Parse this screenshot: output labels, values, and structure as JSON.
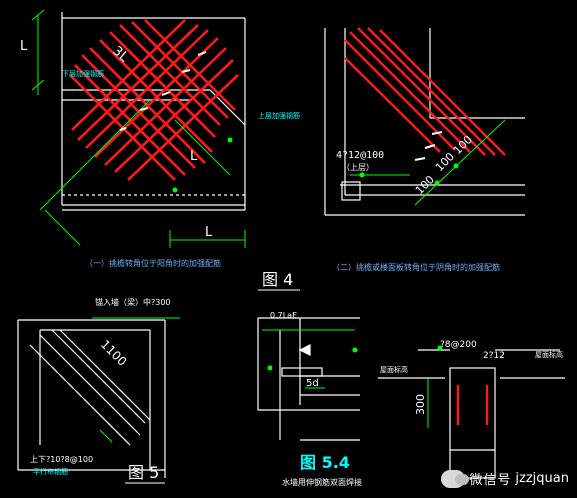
{
  "panels": {
    "p1": {
      "dim_l_top": "L",
      "dim_3l": "3L",
      "dim_l_mid": "L",
      "dim_l_bottom": "L",
      "label_lower": "下层加强钢筋",
      "label_upper": "上层加强钢筋",
      "caption": "（一）挑檐转角位于阳角时的加强配筋"
    },
    "p2": {
      "rebar_note": "4?12@100",
      "rebar_note_sub": "（上层）",
      "dim_a": "100",
      "dim_b": "100",
      "dim_c": "100",
      "caption": "（二）挑檐或楼面板转角位于阴角时的加强配筋"
    },
    "fig4": {
      "label": "图 4"
    },
    "fig5": {
      "note_top": "锚入墙（梁）中?300",
      "dim": "1100",
      "note_bottom": "上下?10?8@100",
      "note_bottom2": "平行布钢筋",
      "label": "图 5"
    },
    "fig54": {
      "dim_top": "0.7LaE",
      "dim_5d": "5d",
      "label": "图 5.4",
      "caption": "水墙用伸钢筋双面焊接"
    },
    "fig_right": {
      "note_stirrup": "?8@200",
      "note_bars": "2?12",
      "label_left": "屋面标高",
      "label_right": "屋面标高",
      "dim_300": "300"
    }
  },
  "watermark": {
    "name": "微信号",
    "id": "jzzjquan"
  },
  "colors": {
    "line": "#ffffff",
    "rebar": "#ff1a1a",
    "dim": "#00ff00",
    "text_yellow": "#ffff00",
    "text_blue": "#6ab0ff",
    "text_cyan": "#00ffff"
  }
}
